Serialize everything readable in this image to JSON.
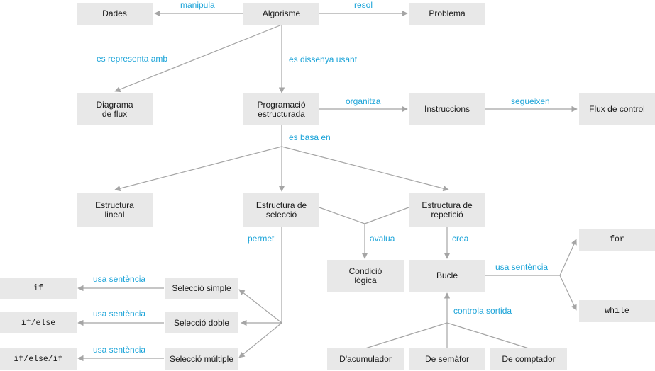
{
  "colors": {
    "node_fill": "#e8e8e8",
    "edge_stroke": "#a5a5a5",
    "edge_label": "#1aa3d8",
    "text": "#1a1a1a"
  },
  "nodes": {
    "dades": "Dades",
    "algorisme": "Algorisme",
    "problema": "Problema",
    "diagrama_flux": "Diagrama de flux",
    "programacio_estructurada": "Programació estructurada",
    "instruccions": "Instruccions",
    "flux_control": "Flux de control",
    "estructura_lineal": "Estructura lineal",
    "estructura_seleccio": "Estructura de selecció",
    "estructura_repeticio": "Estructura de repetició",
    "condicio_logica": "Condició lògica",
    "bucle": "Bucle",
    "code_for": "for",
    "code_while": "while",
    "code_if": "if",
    "code_if_else": "if/else",
    "code_if_else_if": "if/else/if",
    "seleccio_simple": "Selecció simple",
    "seleccio_doble": "Selecció doble",
    "seleccio_multiple": "Selecció múltiple",
    "acumulador": "D'acumulador",
    "semafor": "De semàfor",
    "comptador": "De comptador"
  },
  "edge_labels": {
    "manipula": "manipula",
    "resol": "resol",
    "es_representa_amb": "es representa amb",
    "es_dissenya_usant": "es dissenya usant",
    "organitza": "organitza",
    "segueixen": "segueixen",
    "es_basa_en": "es basa en",
    "permet": "permet",
    "avalua": "avalua",
    "crea": "crea",
    "usa_sentencia_bucle": "usa sentència",
    "usa_sentencia_simple": "usa sentència",
    "usa_sentencia_doble": "usa sentència",
    "usa_sentencia_multiple": "usa sentència",
    "controla_sortida": "controla sortida"
  }
}
